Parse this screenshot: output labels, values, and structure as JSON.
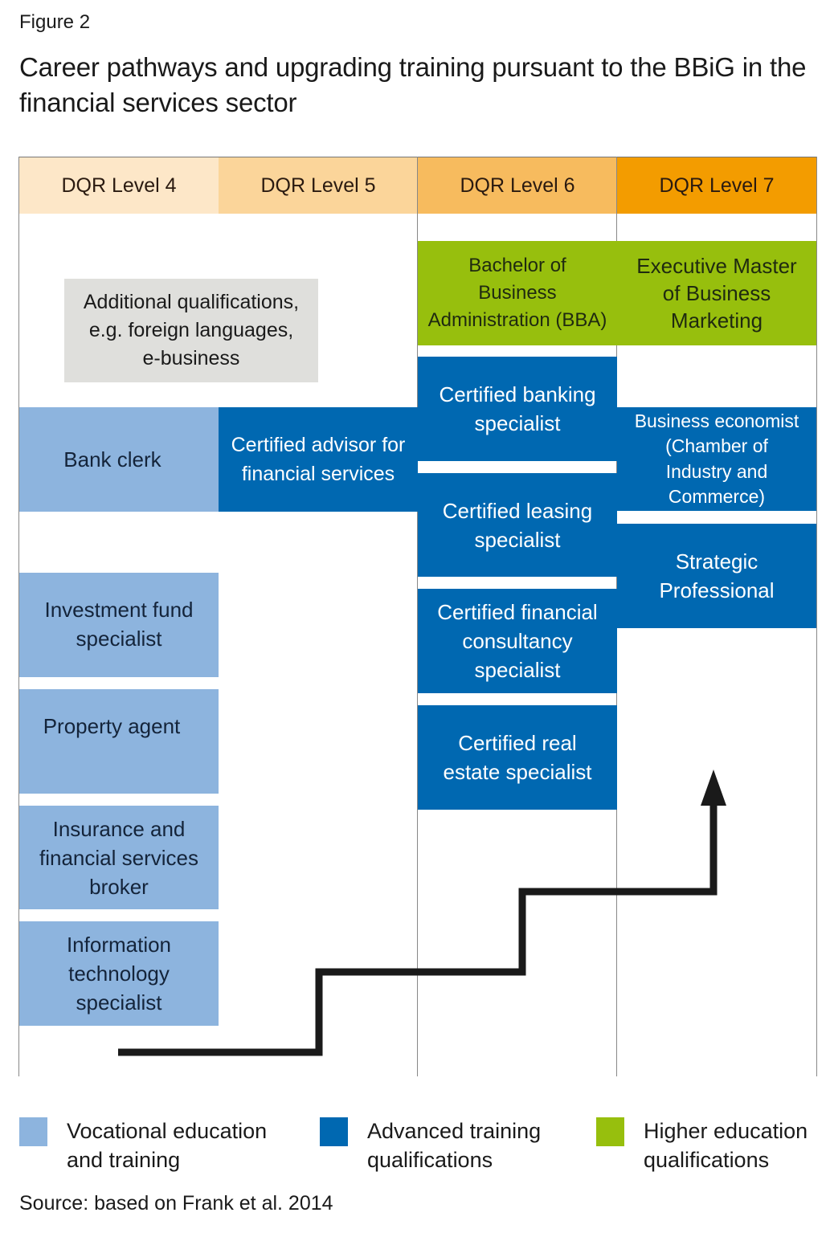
{
  "figure_label": "Figure 2",
  "title": "Career pathways and upgrading training pursuant to the BBiG in the financial services sector",
  "columns": [
    {
      "label": "DQR Level 4",
      "color": "#fde7c8"
    },
    {
      "label": "DQR Level 5",
      "color": "#fbd59a"
    },
    {
      "label": "DQR Level 6",
      "color": "#f7bb5e"
    },
    {
      "label": "DQR Level 7",
      "color": "#f39c00"
    }
  ],
  "additional": {
    "label": "Additional qualifications,\ne.g. foreign languages,\ne-business"
  },
  "level4": [
    {
      "label": "Bank clerk",
      "category": "vocational"
    },
    {
      "label": "Investment fund\nspecialist",
      "category": "vocational"
    },
    {
      "label": "Property agent",
      "category": "vocational"
    },
    {
      "label": "Insurance and\nfinancial services\nbroker",
      "category": "vocational"
    },
    {
      "label": "Information\ntechnology\nspecialist",
      "category": "vocational"
    }
  ],
  "level5": [
    {
      "label": "Certified advisor for\nfinancial services",
      "category": "advanced"
    }
  ],
  "level6": [
    {
      "label": "Bachelor of\nBusiness\nAdministration (BBA)",
      "category": "higher"
    },
    {
      "label": "Certified banking\nspecialist",
      "category": "advanced"
    },
    {
      "label": "Certified leasing\nspecialist",
      "category": "advanced"
    },
    {
      "label": "Certified financial\nconsultancy\nspecialist",
      "category": "advanced"
    },
    {
      "label": "Certified real\nestate specialist",
      "category": "advanced"
    }
  ],
  "level7": [
    {
      "label": "Executive Master\nof Business\nMarketing",
      "category": "higher"
    },
    {
      "label": "Business economist\n(Chamber of\nIndustry and\nCommerce)",
      "category": "advanced"
    },
    {
      "label": "Strategic\nProfessional",
      "category": "advanced"
    }
  ],
  "legend": [
    {
      "label": "Vocational education\nand training",
      "color": "#8db4de"
    },
    {
      "label": "Advanced training\nqualifications",
      "color": "#0068b1"
    },
    {
      "label": "Higher education\nqualifications",
      "color": "#97bf0d"
    }
  ],
  "source": "Source: based on Frank et al. 2014"
}
